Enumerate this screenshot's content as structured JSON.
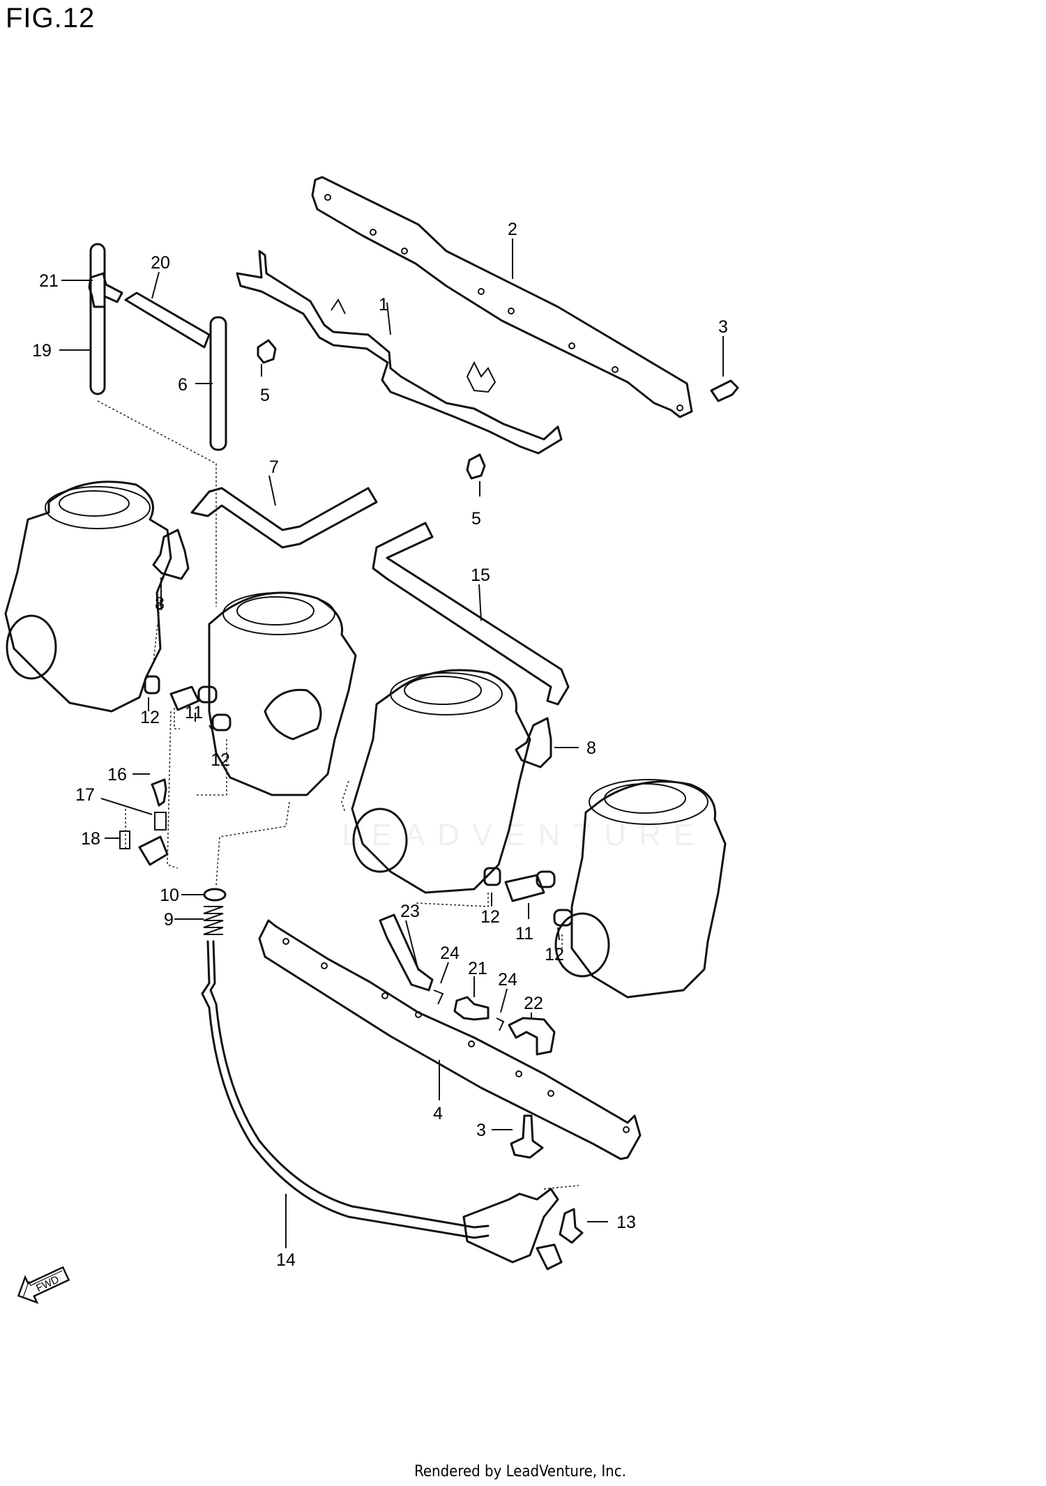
{
  "figure_title": "FIG.12",
  "watermark": "LEADVENTURE",
  "footer": "Rendered by LeadVenture, Inc.",
  "fwd_label": "FWD",
  "callouts": [
    {
      "id": "c1",
      "label": "1"
    },
    {
      "id": "c2",
      "label": "2"
    },
    {
      "id": "c3a",
      "label": "3"
    },
    {
      "id": "c3b",
      "label": "3"
    },
    {
      "id": "c4",
      "label": "4"
    },
    {
      "id": "c5a",
      "label": "5"
    },
    {
      "id": "c5b",
      "label": "5"
    },
    {
      "id": "c6",
      "label": "6"
    },
    {
      "id": "c7",
      "label": "7"
    },
    {
      "id": "c8a",
      "label": "8"
    },
    {
      "id": "c8b",
      "label": "8"
    },
    {
      "id": "c9",
      "label": "9"
    },
    {
      "id": "c10",
      "label": "10"
    },
    {
      "id": "c11a",
      "label": "11"
    },
    {
      "id": "c11b",
      "label": "11"
    },
    {
      "id": "c12a",
      "label": "12"
    },
    {
      "id": "c12b",
      "label": "12"
    },
    {
      "id": "c12c",
      "label": "12"
    },
    {
      "id": "c12d",
      "label": "12"
    },
    {
      "id": "c13",
      "label": "13"
    },
    {
      "id": "c14",
      "label": "14"
    },
    {
      "id": "c15",
      "label": "15"
    },
    {
      "id": "c16",
      "label": "16"
    },
    {
      "id": "c17",
      "label": "17"
    },
    {
      "id": "c18",
      "label": "18"
    },
    {
      "id": "c19",
      "label": "19"
    },
    {
      "id": "c20",
      "label": "20"
    },
    {
      "id": "c21a",
      "label": "21"
    },
    {
      "id": "c21b",
      "label": "21"
    },
    {
      "id": "c22",
      "label": "22"
    },
    {
      "id": "c23",
      "label": "23"
    },
    {
      "id": "c24a",
      "label": "24"
    },
    {
      "id": "c24b",
      "label": "24"
    }
  ]
}
